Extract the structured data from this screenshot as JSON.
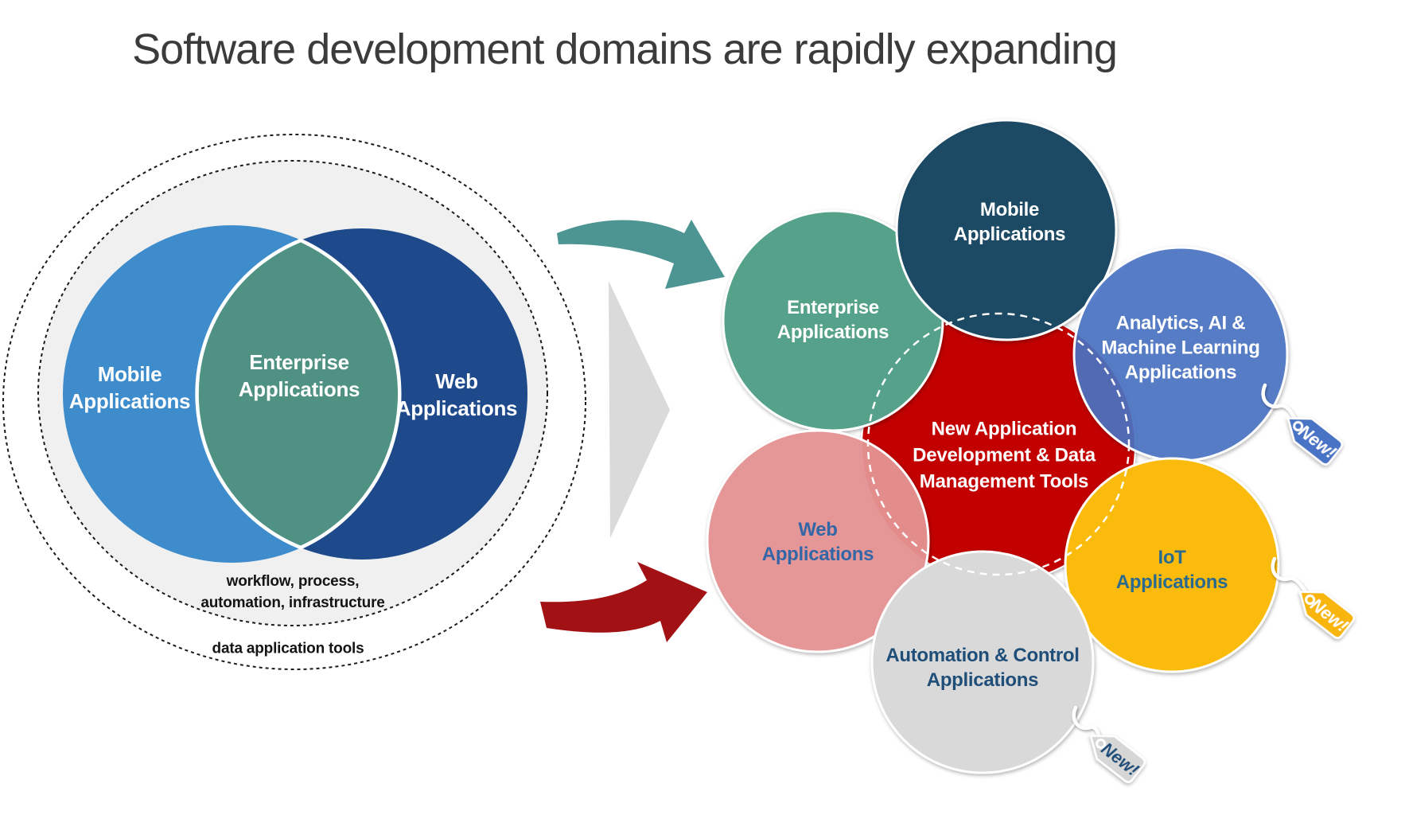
{
  "title": "Software development domains are rapidly expanding",
  "venn": {
    "left_circle": {
      "label": "Mobile\nApplications",
      "color": "#3E8CCC"
    },
    "overlap": {
      "label": "Enterprise\nApplications",
      "color": "#4F9183"
    },
    "right_circle": {
      "label": "Web\nApplications",
      "color": "#1E4A8C"
    },
    "inner_ring_label": "workflow, process,\nautomation, infrastructure",
    "outer_ring_label": "data application tools",
    "ring_fill": "#F0F0F0",
    "ring_border_color": "#1A1A1A"
  },
  "arrows": {
    "teal_arrow_color": "#4C9592",
    "red_arrow_color": "#A21215",
    "triangle_color": "#DADADA"
  },
  "cluster": {
    "center": {
      "label": "New Application\nDevelopment & Data\nManagement Tools",
      "color": "#C20505",
      "dashed_ring_color": "#FFFFFF"
    },
    "satellites": [
      {
        "id": "enterprise",
        "label": "Enterprise\nApplications",
        "color": "#55A189",
        "text_color": "#FFFFFF",
        "new": false
      },
      {
        "id": "mobile",
        "label": "Mobile\nApplications",
        "color": "#1F4A63",
        "text_color": "#FFFFFF",
        "new": false
      },
      {
        "id": "analytics",
        "label": "Analytics, AI &\nMachine Learning\nApplications",
        "color": "#4A73C4",
        "text_color": "#FFFFFF",
        "new": true
      },
      {
        "id": "iot",
        "label": "IoT\nApplications",
        "color": "#FBBB0D",
        "text_color": "#2B6A8F",
        "new": true
      },
      {
        "id": "web",
        "label": "Web\nApplications",
        "color": "#E59393",
        "text_color": "#3366A6",
        "new": false
      },
      {
        "id": "automation",
        "label": "Automation & Control\nApplications",
        "color": "#D9D9D9",
        "text_color": "#1F4E79",
        "new": true
      }
    ],
    "tags": [
      {
        "for": "analytics",
        "label": "New!",
        "color": "#4A73C4",
        "text_color": "#FFFFFF"
      },
      {
        "for": "iot",
        "label": "New!",
        "color": "#F7B50A",
        "text_color": "#FFFFFF"
      },
      {
        "for": "automation",
        "label": "New!",
        "color": "#D6D6D6",
        "text_color": "#1F4E79"
      }
    ]
  }
}
